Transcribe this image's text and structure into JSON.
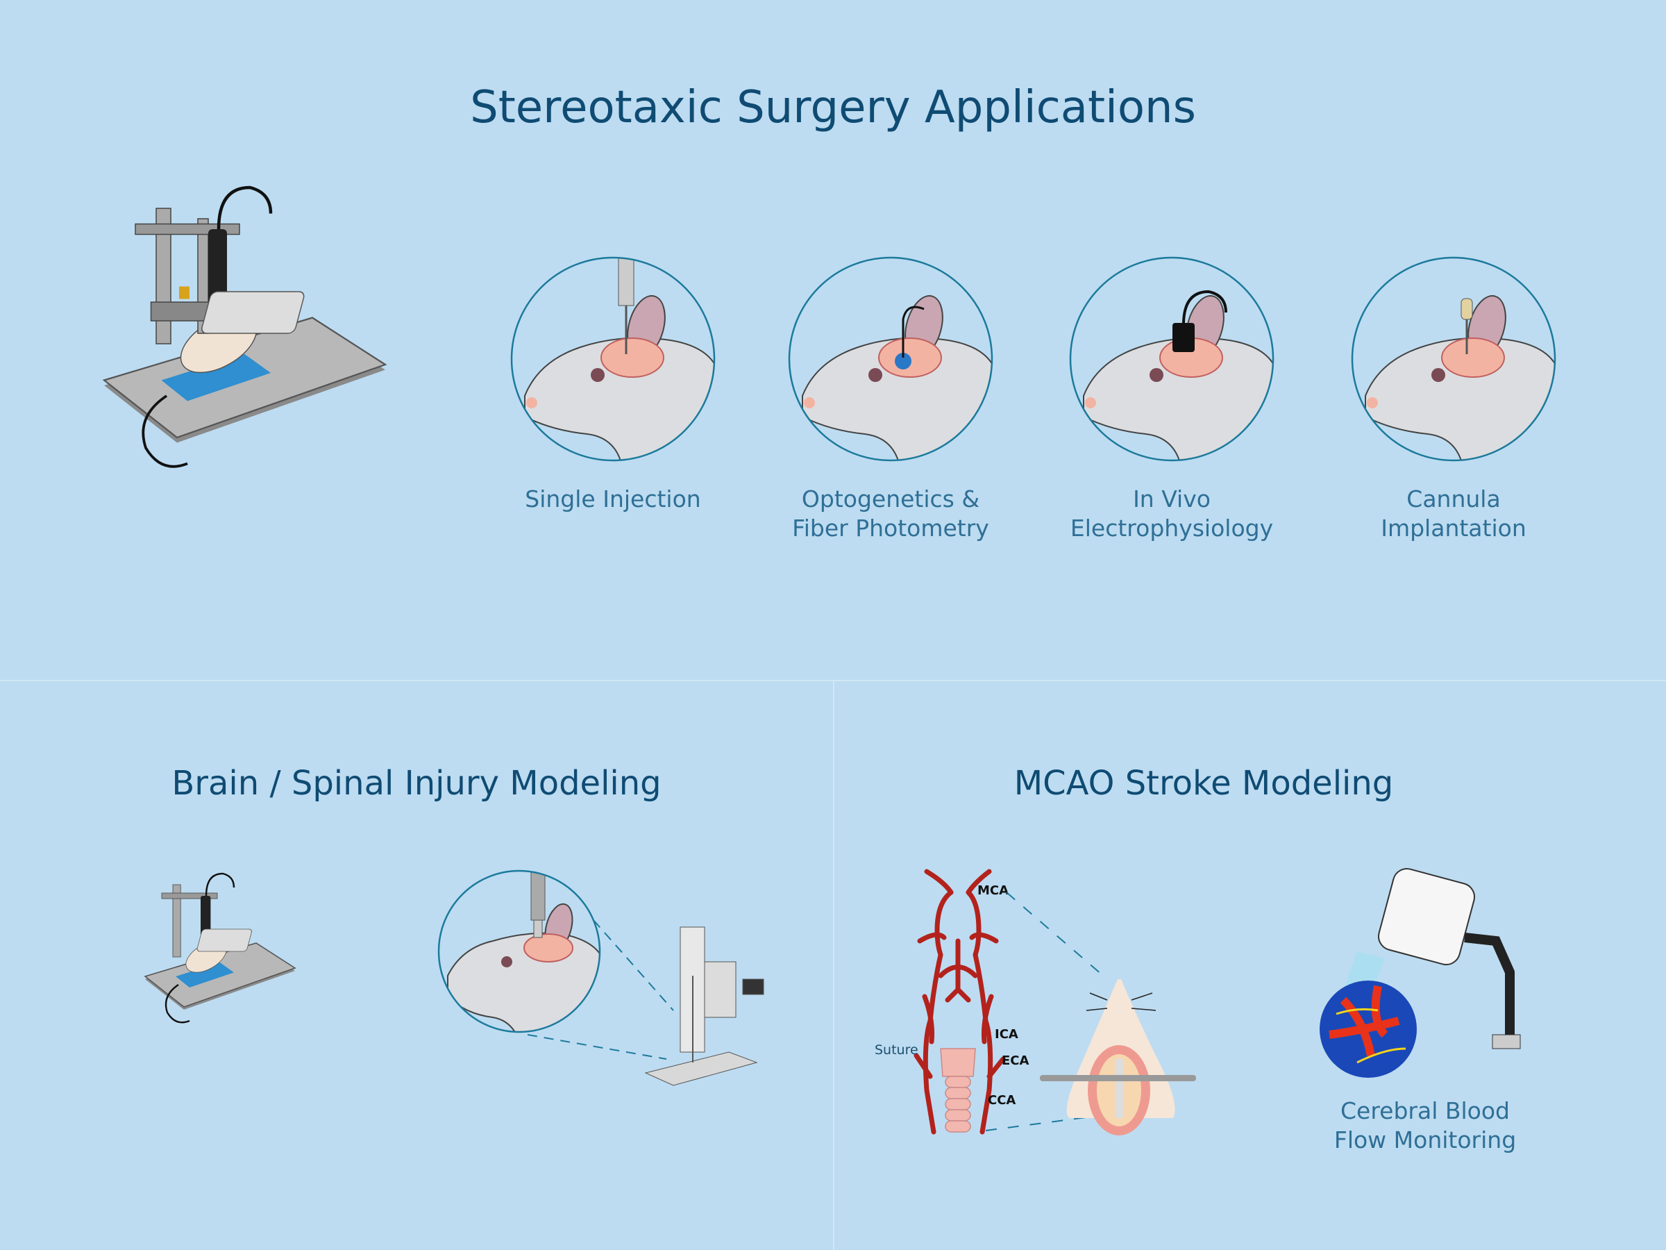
{
  "title": "Stereotaxic Surgery Applications",
  "applications": [
    {
      "label_lines": [
        "Single Injection"
      ]
    },
    {
      "label_lines": [
        "Optogenetics &",
        "Fiber Photometry"
      ]
    },
    {
      "label_lines": [
        "In Vivo",
        "Electrophysiology"
      ]
    },
    {
      "label_lines": [
        "Cannula",
        "Implantation"
      ]
    }
  ],
  "injury": {
    "title": "Brain / Spinal Injury Modeling"
  },
  "mcao": {
    "title": "MCAO Stroke Modeling",
    "vessel_labels": {
      "mca": "MCA",
      "ica": "ICA",
      "eca": "ECA",
      "cca": "CCA",
      "suture": "Suture"
    },
    "monitor_label_lines": [
      "Cerebral Blood",
      "Flow Monitoring"
    ]
  },
  "colors": {
    "background": "#bddcf1",
    "title": "#0f4b73",
    "label": "#2f6f96",
    "circle": "#1c7a9c",
    "vessel": "#b3221c"
  }
}
